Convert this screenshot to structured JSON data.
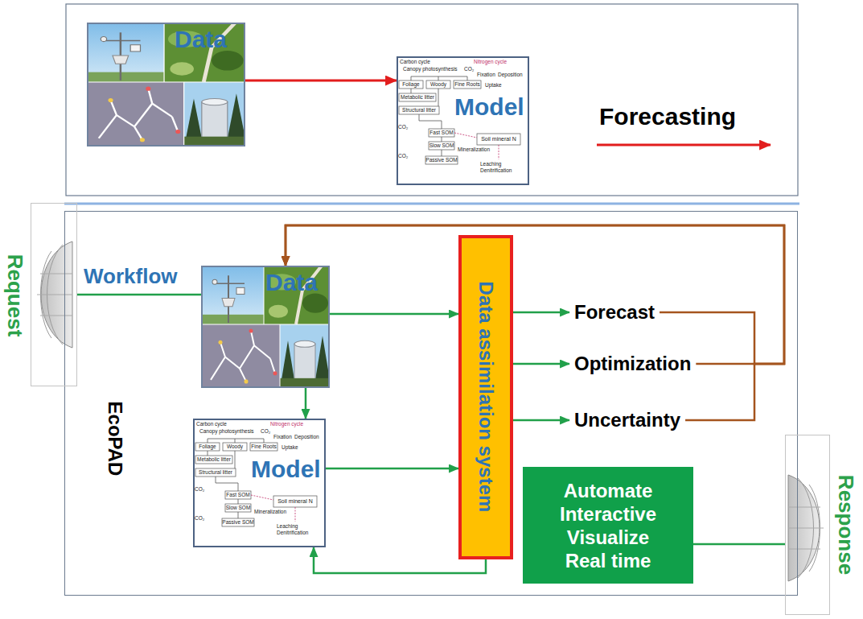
{
  "diagram": {
    "nodes": [
      {
        "text": [
          "Data"
        ]
      },
      {
        "text": [
          "Model"
        ]
      },
      {
        "text": [
          "EcoPAD"
        ]
      },
      {
        "text": [
          "Request"
        ]
      },
      {
        "text": [
          "Data"
        ],
        "in": 2
      },
      {
        "text": [
          "Model"
        ],
        "in": 2
      },
      {
        "text": [
          "Data assimilation system"
        ],
        "in": 2
      },
      {
        "text": [
          "Forecast"
        ],
        "in": 2
      },
      {
        "text": [
          "Optimization"
        ],
        "in": 2
      },
      {
        "text": [
          "Uncertainty"
        ],
        "in": 2
      },
      {
        "text": [
          "Automate Interactive Visualize Real time"
        ],
        "in": 2
      },
      {
        "text": [
          "Response"
        ]
      }
    ],
    "edges": [
      {
        "from": 0,
        "to": 1,
        "arrow": "to"
      },
      {
        "from": 3,
        "to": 4,
        "label": "Workflow",
        "arrow": "none"
      },
      {
        "from": 4,
        "to": 6,
        "arrow": "to"
      },
      {
        "from": 4,
        "to": 5,
        "arrow": "to"
      },
      {
        "from": 5,
        "to": 6,
        "arrow": "to"
      },
      {
        "from": 6,
        "to": 5,
        "arrow": "to"
      },
      {
        "from": 6,
        "to": 7,
        "arrow": "to"
      },
      {
        "from": 6,
        "to": 8,
        "arrow": "to"
      },
      {
        "from": 6,
        "to": 9,
        "arrow": "to"
      },
      {
        "from": 7,
        "to": 4,
        "arrow": "to"
      },
      {
        "from": 8,
        "to": 4,
        "arrow": "to"
      },
      {
        "from": 9,
        "to": 4,
        "arrow": "to"
      },
      {
        "from": 10,
        "to": 11,
        "arrow": "none"
      }
    ],
    "labels": [
      "Carbon cycle",
      "Nitrogen cycle",
      "Canopy photosynthesis",
      "CO₂",
      "Fixation",
      "Deposition",
      "Foliage",
      "Woody",
      "Fine Roots",
      "Uptake",
      "Metabolic litter",
      "Structural litter",
      "CO₂",
      "Fast SOM",
      "Slow SOM",
      "Mineralization",
      "Soil mineral N",
      "CO₂",
      "Passive SOM",
      "Leaching Denitrification",
      "Forecasting",
      "Carbon cycle",
      "Nitrogen cycle",
      "Canopy photosynthesis",
      "CO₂",
      "Fixation",
      "Deposition",
      "Foliage",
      "Woody",
      "Fine Roots",
      "Uptake",
      "Metabolic litter",
      "Structural litter",
      "CO₂",
      "Fast SOM",
      "Slow SOM",
      "Mineralization",
      "Soil mineral N",
      "CO₂",
      "Passive SOM",
      "Leaching Denitrification"
    ]
  }
}
